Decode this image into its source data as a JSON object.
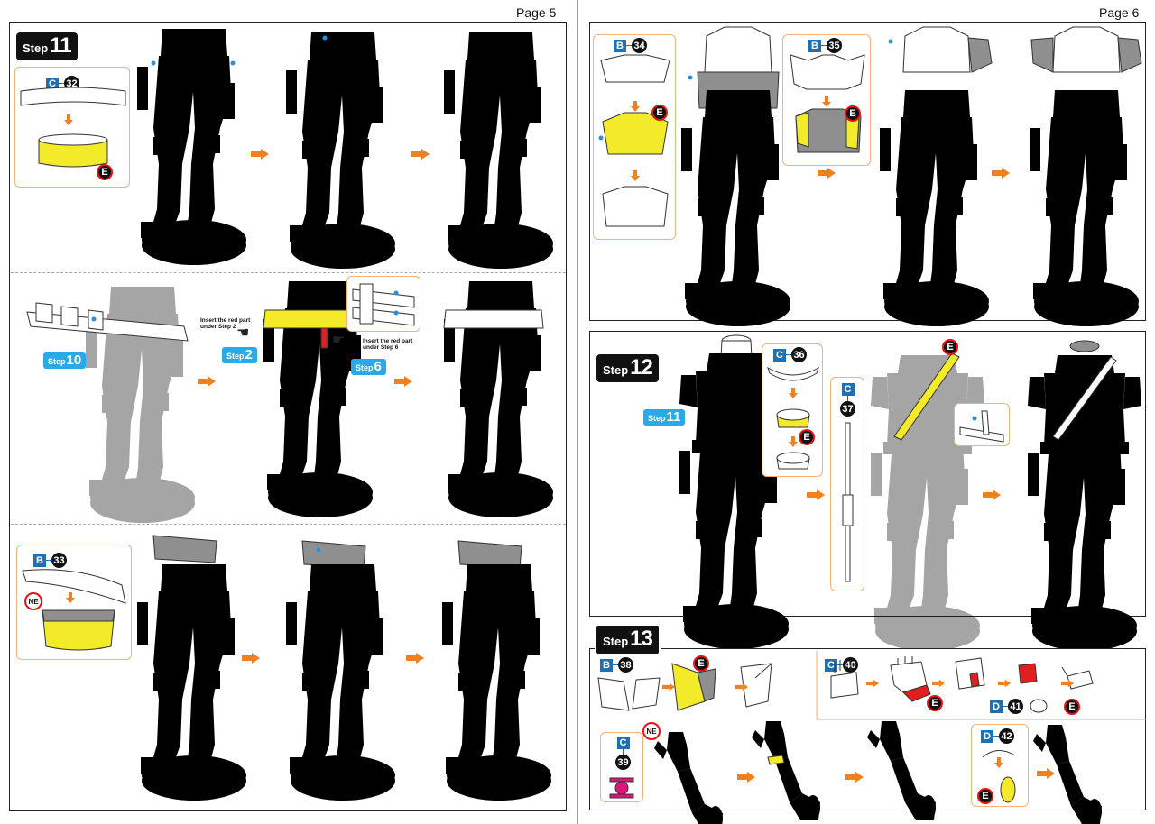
{
  "pages": [
    {
      "label": "Page 5"
    },
    {
      "label": "Page 6"
    }
  ],
  "steps": {
    "s11": {
      "word": "Step",
      "num": "11"
    },
    "s12": {
      "word": "Step",
      "num": "12"
    },
    "s13": {
      "word": "Step",
      "num": "13"
    }
  },
  "step_refs": {
    "r10": {
      "word": "Step",
      "num": "10"
    },
    "r2": {
      "word": "Step",
      "num": "2"
    },
    "r6": {
      "word": "Step",
      "num": "6"
    },
    "r11": {
      "word": "Step",
      "num": "11"
    }
  },
  "parts": {
    "p32": {
      "sheet": "C",
      "num": "32"
    },
    "p33": {
      "sheet": "B",
      "num": "33"
    },
    "p34": {
      "sheet": "B",
      "num": "34"
    },
    "p35": {
      "sheet": "B",
      "num": "35"
    },
    "p36": {
      "sheet": "C",
      "num": "36"
    },
    "p37": {
      "sheet": "C",
      "num": "37"
    },
    "p38": {
      "sheet": "B",
      "num": "38"
    },
    "p39": {
      "sheet": "C",
      "num": "39"
    },
    "p40": {
      "sheet": "C",
      "num": "40"
    },
    "p41": {
      "sheet": "D",
      "num": "41"
    },
    "p42": {
      "sheet": "D",
      "num": "42"
    }
  },
  "tools": {
    "e": "E",
    "ne": "NE"
  },
  "notes": {
    "insert_step2": "Insert the red part under Step 2",
    "insert_step6": "Insert the red part under Step 6"
  },
  "icons": {
    "arrow": "orange-arrow-icon",
    "hand": "pointing-hand-icon",
    "figure": "assembly-figure"
  },
  "colors": {
    "highlight": "#f3ea2a",
    "callout": "#f0b27a",
    "arrow": "#f08020",
    "step_ref": "#28a9e8",
    "sheet": "#1f6fb4"
  }
}
